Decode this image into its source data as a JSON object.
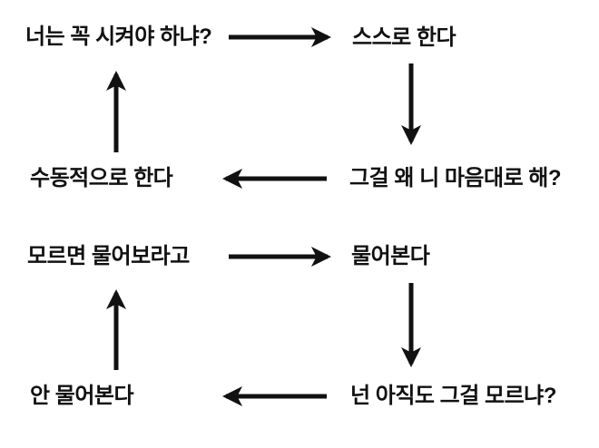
{
  "diagram": {
    "background_color": "#ffffff",
    "ink_color": "#111111",
    "nodes": [
      {
        "id": "demand",
        "label": "너는 꼭 시켜야 하냐?"
      },
      {
        "id": "self",
        "label": "스스로 한다"
      },
      {
        "id": "why",
        "label": "그걸 왜 니 마음대로 해?"
      },
      {
        "id": "passive",
        "label": "수동적으로 한다"
      },
      {
        "id": "ask-told",
        "label": "모르면 물어보라고"
      },
      {
        "id": "asks",
        "label": "물어본다"
      },
      {
        "id": "still",
        "label": "넌 아직도 그걸 모르냐?"
      },
      {
        "id": "no-ask",
        "label": "안 물어본다"
      }
    ],
    "edges": [
      {
        "from": "demand",
        "to": "self"
      },
      {
        "from": "self",
        "to": "why"
      },
      {
        "from": "why",
        "to": "passive"
      },
      {
        "from": "passive",
        "to": "demand"
      },
      {
        "from": "ask-told",
        "to": "asks"
      },
      {
        "from": "asks",
        "to": "still"
      },
      {
        "from": "still",
        "to": "no-ask"
      },
      {
        "from": "no-ask",
        "to": "ask-told"
      }
    ]
  }
}
